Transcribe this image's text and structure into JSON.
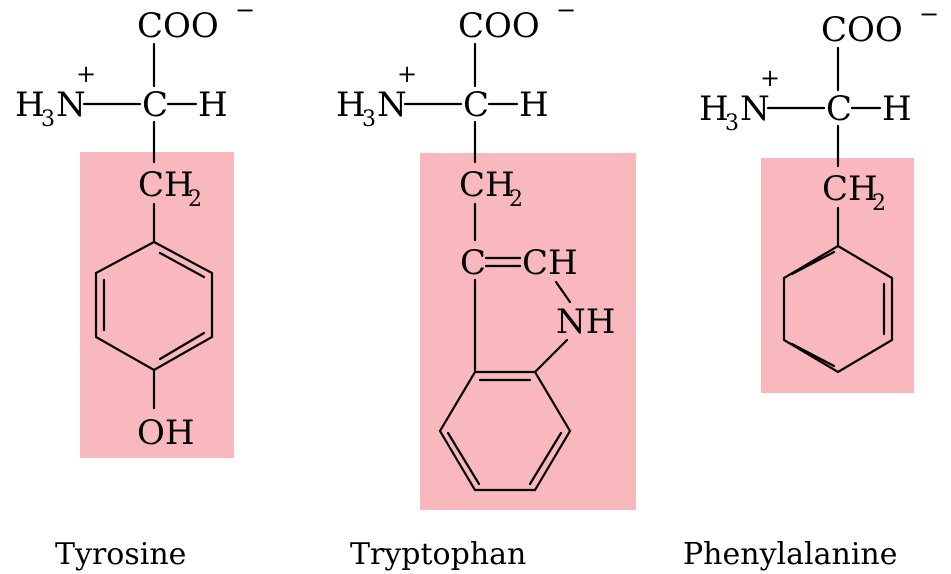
{
  "colors": {
    "highlight": "#f9b8bd",
    "ink": "#000000",
    "background": "#ffffff"
  },
  "molecules": [
    {
      "name": "Tyrosine",
      "carboxylate": "COO",
      "charge_minus": "−",
      "amine_h": "H",
      "amine_sub": "3",
      "amine_n": "N",
      "charge_plus": "+",
      "alpha_c": "C",
      "alpha_h": "H",
      "ch2": "CH",
      "ch2_sub": "2",
      "hydroxyl": "OH"
    },
    {
      "name": "Tryptophan",
      "carboxylate": "COO",
      "charge_minus": "−",
      "amine_h": "H",
      "amine_sub": "3",
      "amine_n": "N",
      "charge_plus": "+",
      "alpha_c": "C",
      "alpha_h": "H",
      "ch2": "CH",
      "ch2_sub": "2",
      "ring_c": "C",
      "ring_ch": "CH",
      "ring_nh": "NH"
    },
    {
      "name": "Phenylalanine",
      "carboxylate": "COO",
      "charge_minus": "−",
      "amine_h": "H",
      "amine_sub": "3",
      "amine_n": "N",
      "charge_plus": "+",
      "alpha_c": "C",
      "alpha_h": "H",
      "ch2": "CH",
      "ch2_sub": "2"
    }
  ]
}
